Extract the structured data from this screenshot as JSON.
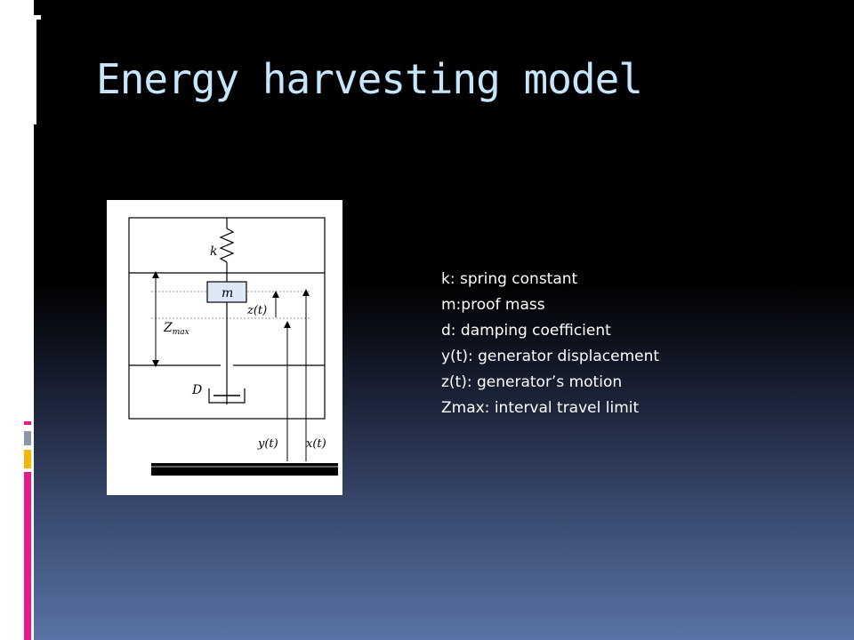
{
  "slide": {
    "title": "Energy harvesting model",
    "accent_colors": [
      "#e8178a",
      "#8c96a6",
      "#f2b705",
      "#e8178a"
    ]
  },
  "diagram": {
    "labels": {
      "spring": "k",
      "mass": "m",
      "mass_motion": "z(t)",
      "travel_limit": "Z",
      "travel_limit_sub": "max",
      "damper": "D",
      "generator_displacement": "y(t)",
      "base_motion": "x(t)"
    }
  },
  "legend": {
    "items": [
      "k: spring constant",
      "m:proof mass",
      "d: damping coefficient",
      "y(t): generator displacement",
      "z(t): generator’s motion",
      "Zmax: interval travel limit"
    ]
  }
}
